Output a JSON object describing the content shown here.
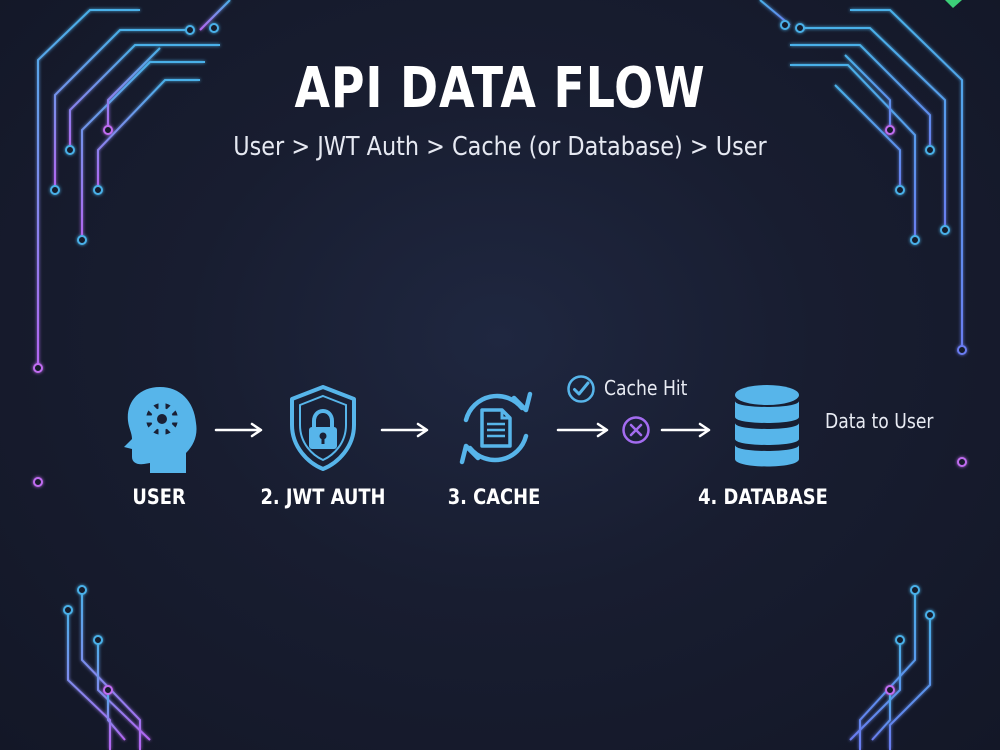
{
  "title": "API DATA FLOW",
  "subtitle": "User > JWT Auth > Cache (or Database) > User",
  "nodes": [
    {
      "label": "USER",
      "icon": "user-head-gear-icon"
    },
    {
      "label": "2. JWT AUTH",
      "icon": "shield-lock-icon"
    },
    {
      "label": "3. CACHE",
      "icon": "cache-refresh-document-icon"
    },
    {
      "label": "4. DATABASE",
      "icon": "database-icon"
    }
  ],
  "cache_hit": {
    "label": "Cache Hit",
    "icon": "check-circle-icon"
  },
  "cache_miss": {
    "icon": "x-circle-icon"
  },
  "data_to_user": "Data to User",
  "colors": {
    "background": "#161a2b",
    "accent_blue": "#56b4e6",
    "accent_purple": "#a36cf0",
    "text": "#ffffff"
  }
}
